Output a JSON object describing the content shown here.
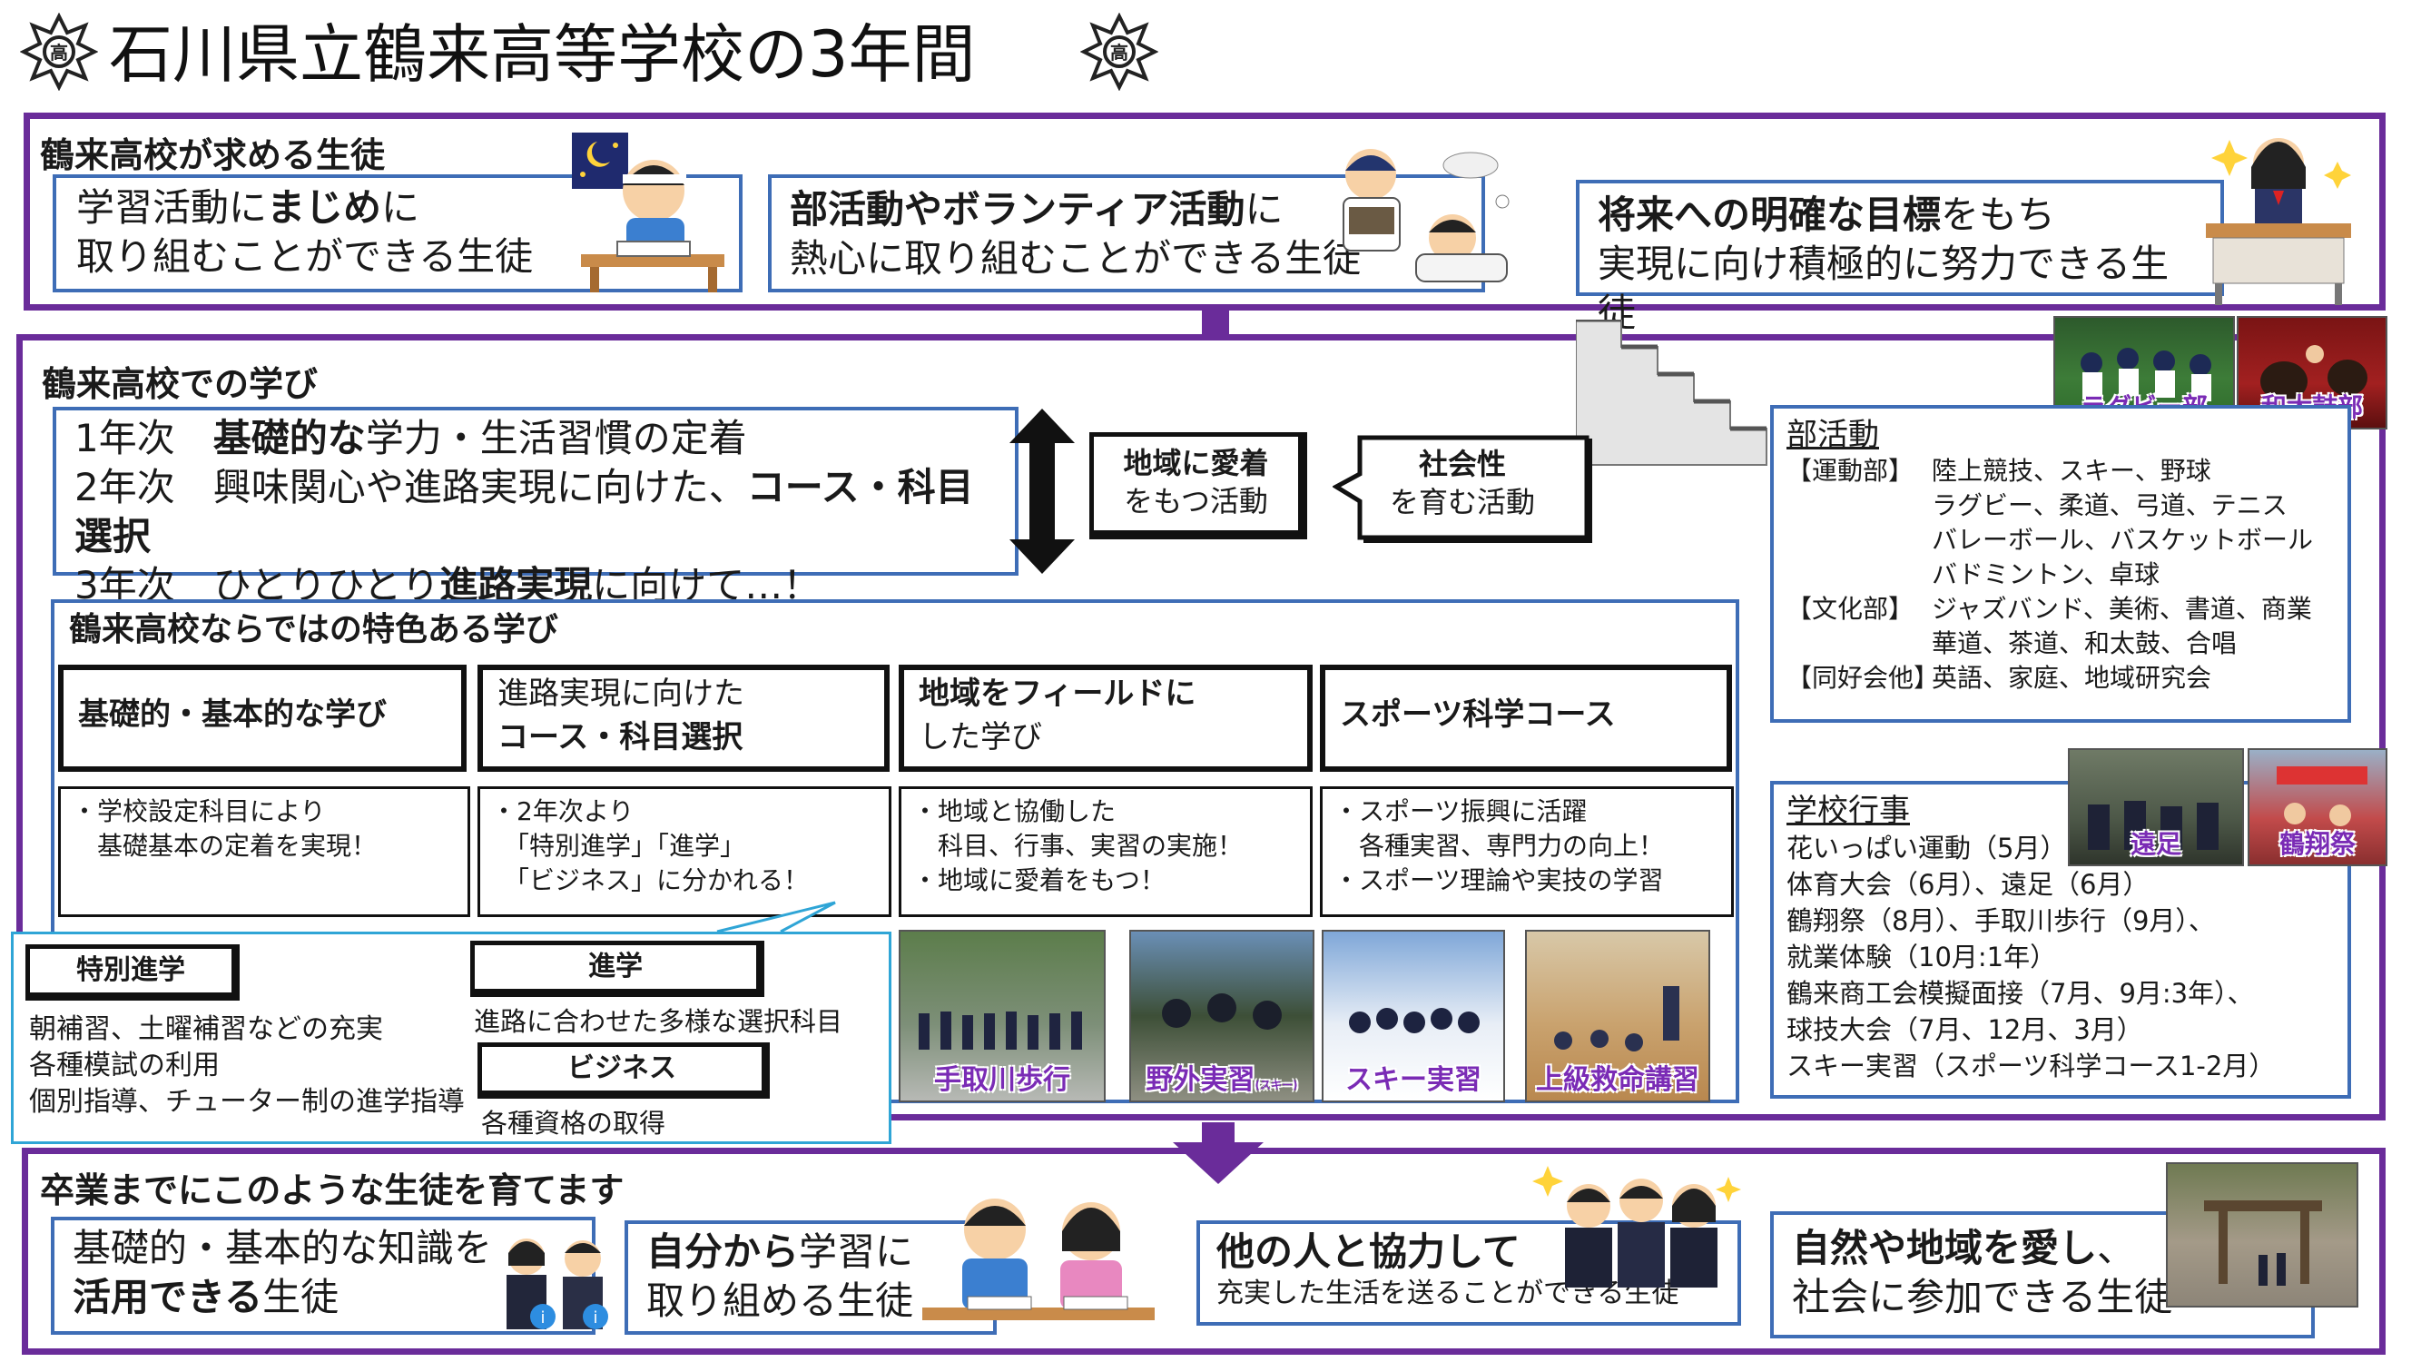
{
  "title": "石川県立鶴来高等学校の3年間",
  "colors": {
    "purple": "#6a2c9a",
    "blue": "#3e6db6",
    "caption": "#7a2bb5"
  },
  "icons": [
    "school-crest-icon",
    "studying-student-icon",
    "baseball-players-icon",
    "student-at-desk-icon",
    "stairs-icon",
    "down-arrow-icon",
    "double-arrow-icon",
    "teachers-icon",
    "study-pair-icon",
    "business-people-icon"
  ],
  "section1": {
    "heading": "鶴来高校が求める生徒",
    "box1": {
      "l1a": "学習活動に",
      "l1b": "まじめ",
      "l1c": "に",
      "l2": "取り組むことができる生徒"
    },
    "box2": {
      "l1a": "部活動やボランティア活動",
      "l1b": "に",
      "l2": "熱心に取り組むことができる生徒"
    },
    "box3": {
      "l1a": "将来への明確な目標",
      "l1b": "をもち",
      "l2": "実現に向け積極的に努力できる生徒"
    }
  },
  "section2": {
    "heading": "鶴来高校での学び",
    "years": {
      "y1a": "1年次",
      "y1b": "基礎的な",
      "y1c": "学力・生活習慣の定着",
      "y2a": "2年次",
      "y2b": "興味関心や進路実現に向けた、",
      "y2c": "コース・科目選択",
      "y3a": "3年次",
      "y3b": "ひとりひとり",
      "y3c": "進路実現",
      "y3d": "に向けて…！"
    },
    "activities": {
      "a1b": "地域に愛着",
      "a1": "をもつ活動",
      "a2b": "社会性",
      "a2": "を育む活動"
    },
    "club": {
      "title": "部活動",
      "sports_label": "【運動部】",
      "sports": [
        "陸上競技、スキー、野球",
        "ラグビー、柔道、弓道、テニス",
        "バレーボール、バスケットボール",
        "バドミントン、卓球"
      ],
      "culture_label": "【文化部】",
      "culture": [
        "ジャズバンド、美術、書道、商業",
        "華道、茶道、和太鼓、合唱"
      ],
      "hobby_label": "【同好会他】",
      "hobby": "英語、家庭、地域研究会",
      "photo1": "ラグビー部",
      "photo2": "和太鼓部"
    },
    "events": {
      "title": "学校行事",
      "items": [
        "花いっぱい運動（5月）",
        "体育大会（6月）、遠足（6月）",
        "鶴翔祭（8月）、手取川歩行（9月）、",
        "就業体験（10月:1年）",
        "鶴来商工会模擬面接（7月、9月:3年）、",
        "球技大会（7月、12月、3月）",
        "スキー実習（スポーツ科学コース1-2月）"
      ],
      "photo1": "遠足",
      "photo2": "鶴翔祭"
    },
    "features": {
      "heading": "鶴来高校ならではの特色ある学び",
      "col1": {
        "head": "基礎的・基本的な学び",
        "body": [
          "・学校設定科目により",
          "　基礎基本の定着を実現！"
        ]
      },
      "col2": {
        "head1": "進路実現に向けた",
        "head2": "コース・科目選択",
        "body": [
          "・2年次より",
          "　「特別進学」「進学」",
          "　「ビジネス」に分かれる！"
        ]
      },
      "col3": {
        "head1": "地域をフィールドに",
        "head2": "した学び",
        "body": [
          "・地域と協働した",
          "　科目、行事、実習の実施！",
          "・地域に愛着をもつ！"
        ]
      },
      "col4": {
        "head": "スポーツ科学コース",
        "body": [
          "・スポーツ振興に活躍",
          "　各種実習、専門力の向上！",
          "・スポーツ理論や実技の学習"
        ]
      }
    },
    "courses": {
      "c1": "特別進学",
      "c1_body": [
        "朝補習、土曜補習などの充実",
        "各種模試の利用",
        "個別指導、チューター制の進学指導"
      ],
      "c2": "進学",
      "c2_body": "進路に合わせた多様な選択科目",
      "c3": "ビジネス",
      "c3_body": "各種資格の取得"
    },
    "photos": {
      "p1": "手取川歩行",
      "p2": "野外実習",
      "p2_small": "(スキー)",
      "p3": "スキー実習",
      "p4": "上級救命講習"
    }
  },
  "section3": {
    "heading": "卒業までにこのような生徒を育てます",
    "box1": {
      "l1": "基礎的・基本的な知識を",
      "l2a": "活用できる",
      "l2b": "生徒"
    },
    "box2": {
      "l1a": "自分から",
      "l1b": "学習に",
      "l2": "取り組める生徒"
    },
    "box3": {
      "l1": "他の人と協力して",
      "l2": "充実した生活を送ることができる生徒"
    },
    "box4": {
      "l1a": "自然や地域を愛し",
      "l1b": "、",
      "l2": "社会に参加できる生徒"
    }
  }
}
